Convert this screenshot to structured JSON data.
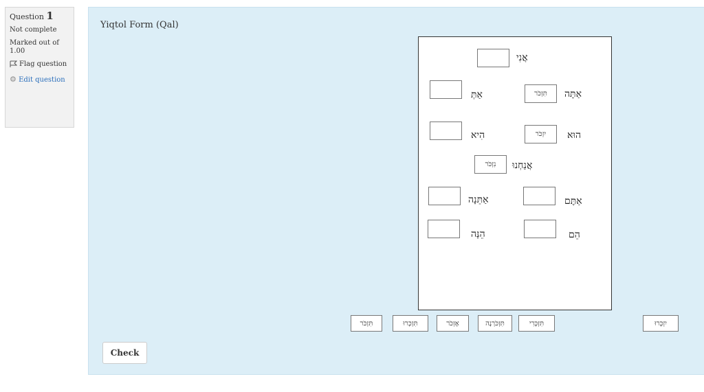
{
  "info": {
    "question_label": "Question",
    "question_number": "1",
    "status": "Not complete",
    "marks": "Marked out of 1.00",
    "flag_label": "Flag question",
    "edit_label": "Edit question"
  },
  "question": {
    "title": "Yiqtol Form (Qal)",
    "check_label": "Check"
  },
  "board": {
    "rows": [
      {
        "pronoun": "אֲנִי",
        "answer": ""
      },
      {
        "pronoun": "אַתָּה",
        "answer": "תִּזְכֹּר"
      },
      {
        "pronoun": "אַתְּ",
        "answer": ""
      },
      {
        "pronoun": "הוּא",
        "answer": "יִזְכֹּר"
      },
      {
        "pronoun": "הִיא",
        "answer": ""
      },
      {
        "pronoun": "אֲנַחְנוּ",
        "answer": "נִזְכֹּר"
      },
      {
        "pronoun": "אַתֶּם",
        "answer": ""
      },
      {
        "pronoun": "אַתֵּנָה",
        "answer": ""
      },
      {
        "pronoun": "הֵם",
        "answer": ""
      },
      {
        "pronoun": "הֵנָּה",
        "answer": ""
      }
    ]
  },
  "choices": [
    "תִּזְכֹּר",
    "תִּזְכְּרוּ",
    "אֶזְכֹּר",
    "תִּזְכֹּרְנָה",
    "תִּזְכְּרִי",
    "יִזְכְּרוּ"
  ]
}
